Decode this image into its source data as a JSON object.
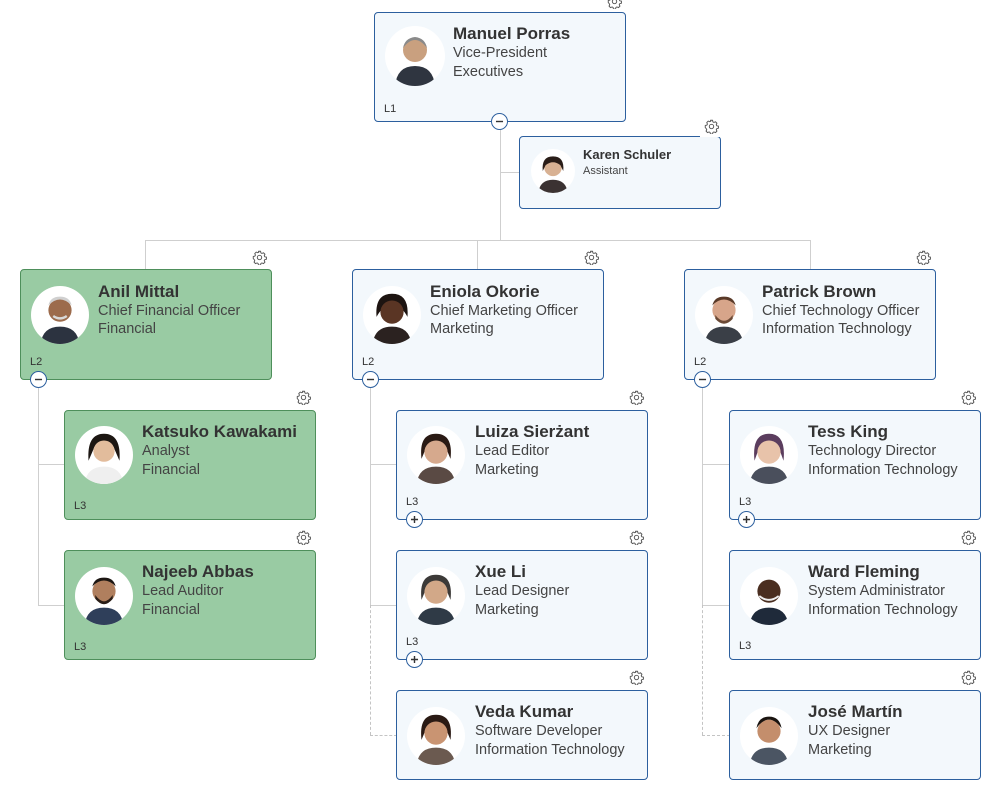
{
  "chart": {
    "root": {
      "name": "Manuel Porras",
      "title": "Vice-President",
      "dept": "Executives",
      "level": "L1"
    },
    "assistant": {
      "name": "Karen Schuler",
      "title": "Assistant"
    },
    "executives": [
      {
        "name": "Anil Mittal",
        "title": "Chief Financial Officer",
        "dept": "Financial",
        "level": "L2"
      },
      {
        "name": "Eniola Okorie",
        "title": "Chief Marketing Officer",
        "dept": "Marketing",
        "level": "L2"
      },
      {
        "name": "Patrick Brown",
        "title": "Chief Technology Officer",
        "dept": "Information Technology",
        "level": "L2"
      }
    ],
    "reports": {
      "anil": [
        {
          "name": "Katsuko Kawakami",
          "title": "Analyst",
          "dept": "Financial",
          "level": "L3"
        },
        {
          "name": "Najeeb Abbas",
          "title": "Lead Auditor",
          "dept": "Financial",
          "level": "L3"
        }
      ],
      "eniola": [
        {
          "name": "Luiza Sierżant",
          "title": "Lead Editor",
          "dept": "Marketing",
          "level": "L3"
        },
        {
          "name": "Xue Li",
          "title": "Lead Designer",
          "dept": "Marketing",
          "level": "L3"
        },
        {
          "name": "Veda Kumar",
          "title": "Software Developer",
          "dept": "Information Technology"
        }
      ],
      "patrick": [
        {
          "name": "Tess King",
          "title": "Technology Director",
          "dept": "Information Technology",
          "level": "L3"
        },
        {
          "name": "Ward Fleming",
          "title": "System Administrator",
          "dept": "Information Technology",
          "level": "L3"
        },
        {
          "name": "José Martín",
          "title": "UX Designer",
          "dept": "Marketing"
        }
      ]
    }
  },
  "icons": {
    "settings": "gear-icon",
    "collapse": "minus-circle-icon",
    "expand": "plus-circle-icon"
  },
  "colors": {
    "card_bg": "#f3f8fc",
    "card_border": "#2c5f9e",
    "selected_bg": "#99cba3",
    "selected_border": "#4e8f5b",
    "connector": "#cfcfcf"
  }
}
